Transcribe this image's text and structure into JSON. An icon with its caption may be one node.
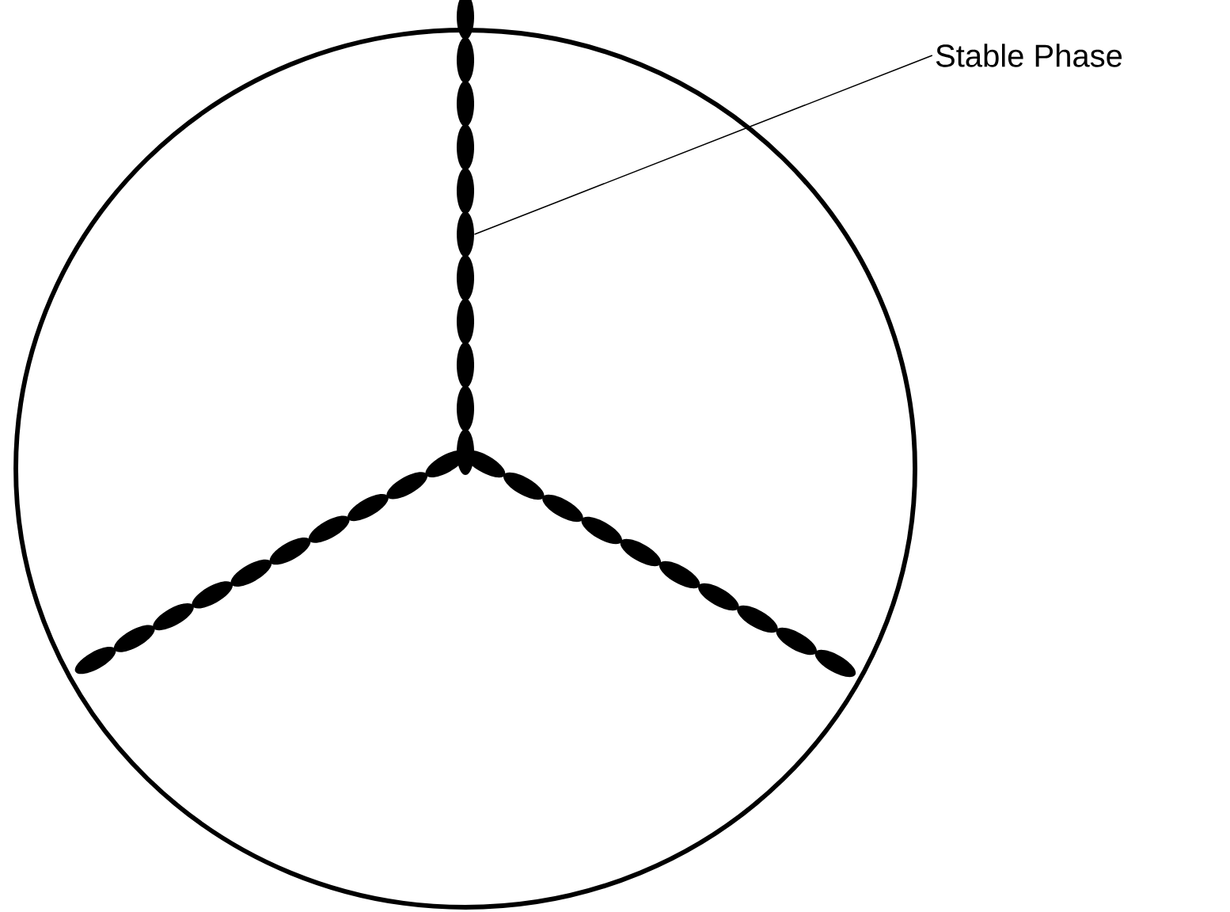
{
  "diagram": {
    "nodes": [
      {
        "text": [
          "Stable Phase"
        ]
      },
      {
        "text": [],
        "shape": "ellipse"
      }
    ],
    "edges": [
      {
        "from": 0,
        "to": 1,
        "arrow": "none"
      }
    ]
  }
}
